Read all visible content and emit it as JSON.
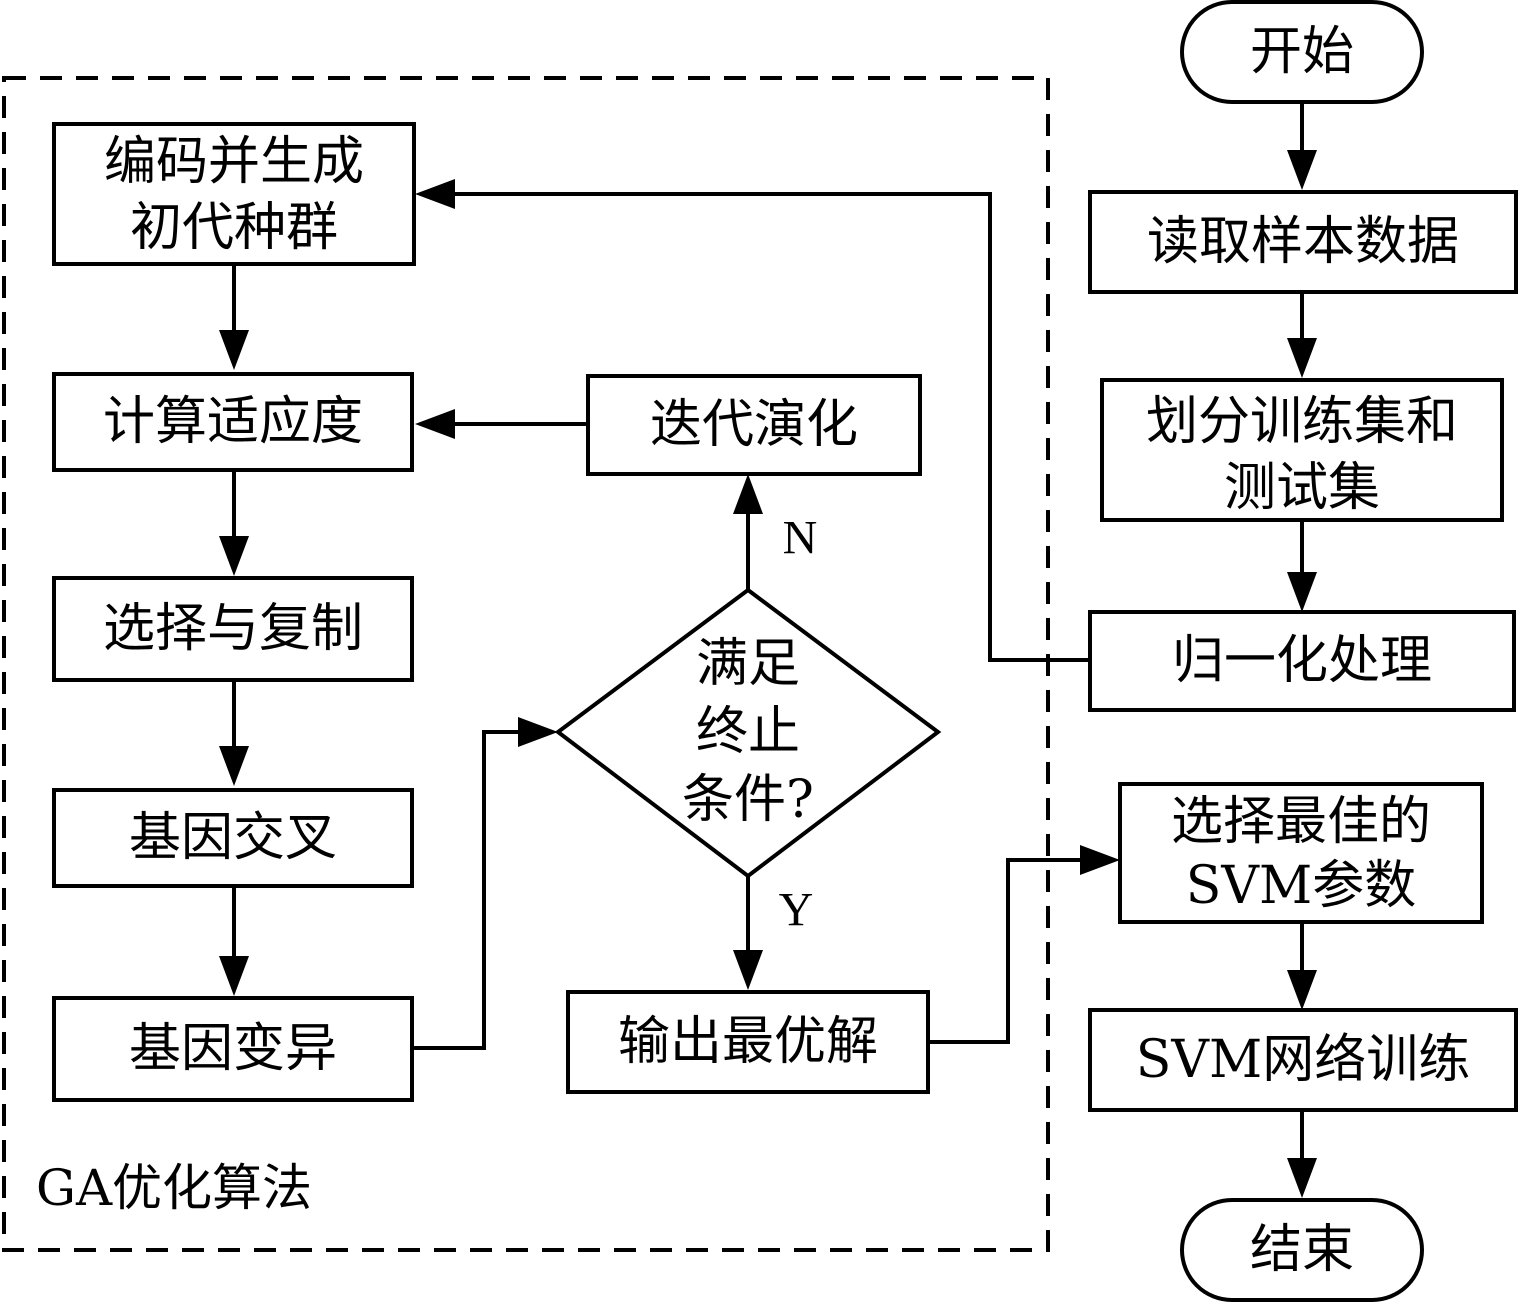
{
  "diagram": {
    "region": {
      "label": "GA优化算法"
    },
    "nodes": {
      "start": {
        "text": "开始",
        "shape": "terminal"
      },
      "read": {
        "text": "读取样本数据",
        "shape": "process"
      },
      "split": {
        "lines": [
          "划分训练集和",
          "测试集"
        ],
        "shape": "process"
      },
      "normalize": {
        "text": "归一化处理",
        "shape": "process"
      },
      "encode": {
        "lines": [
          "编码并生成",
          "初代种群"
        ],
        "shape": "process"
      },
      "fitness": {
        "text": "计算适应度",
        "shape": "process"
      },
      "select": {
        "text": "选择与复制",
        "shape": "process"
      },
      "crossover": {
        "text": "基因交叉",
        "shape": "process"
      },
      "mutate": {
        "text": "基因变异",
        "shape": "process"
      },
      "decision": {
        "lines": [
          "满足",
          "终止",
          "条件?"
        ],
        "shape": "decision"
      },
      "iterate": {
        "text": "迭代演化",
        "shape": "process"
      },
      "output": {
        "text": "输出最优解",
        "shape": "process"
      },
      "best": {
        "lines": [
          "选择最佳的",
          "SVM参数"
        ],
        "shape": "process"
      },
      "train": {
        "text": "SVM网络训练",
        "shape": "process"
      },
      "end": {
        "text": "结束",
        "shape": "terminal"
      }
    },
    "edges": [
      {
        "from": "start",
        "to": "read"
      },
      {
        "from": "read",
        "to": "split"
      },
      {
        "from": "split",
        "to": "normalize"
      },
      {
        "from": "normalize",
        "to": "encode"
      },
      {
        "from": "encode",
        "to": "fitness"
      },
      {
        "from": "fitness",
        "to": "select"
      },
      {
        "from": "select",
        "to": "crossover"
      },
      {
        "from": "crossover",
        "to": "mutate"
      },
      {
        "from": "mutate",
        "to": "decision"
      },
      {
        "from": "decision",
        "to": "iterate",
        "label": "N"
      },
      {
        "from": "iterate",
        "to": "fitness"
      },
      {
        "from": "decision",
        "to": "output",
        "label": "Y"
      },
      {
        "from": "output",
        "to": "best"
      },
      {
        "from": "best",
        "to": "train"
      },
      {
        "from": "train",
        "to": "end"
      }
    ]
  }
}
